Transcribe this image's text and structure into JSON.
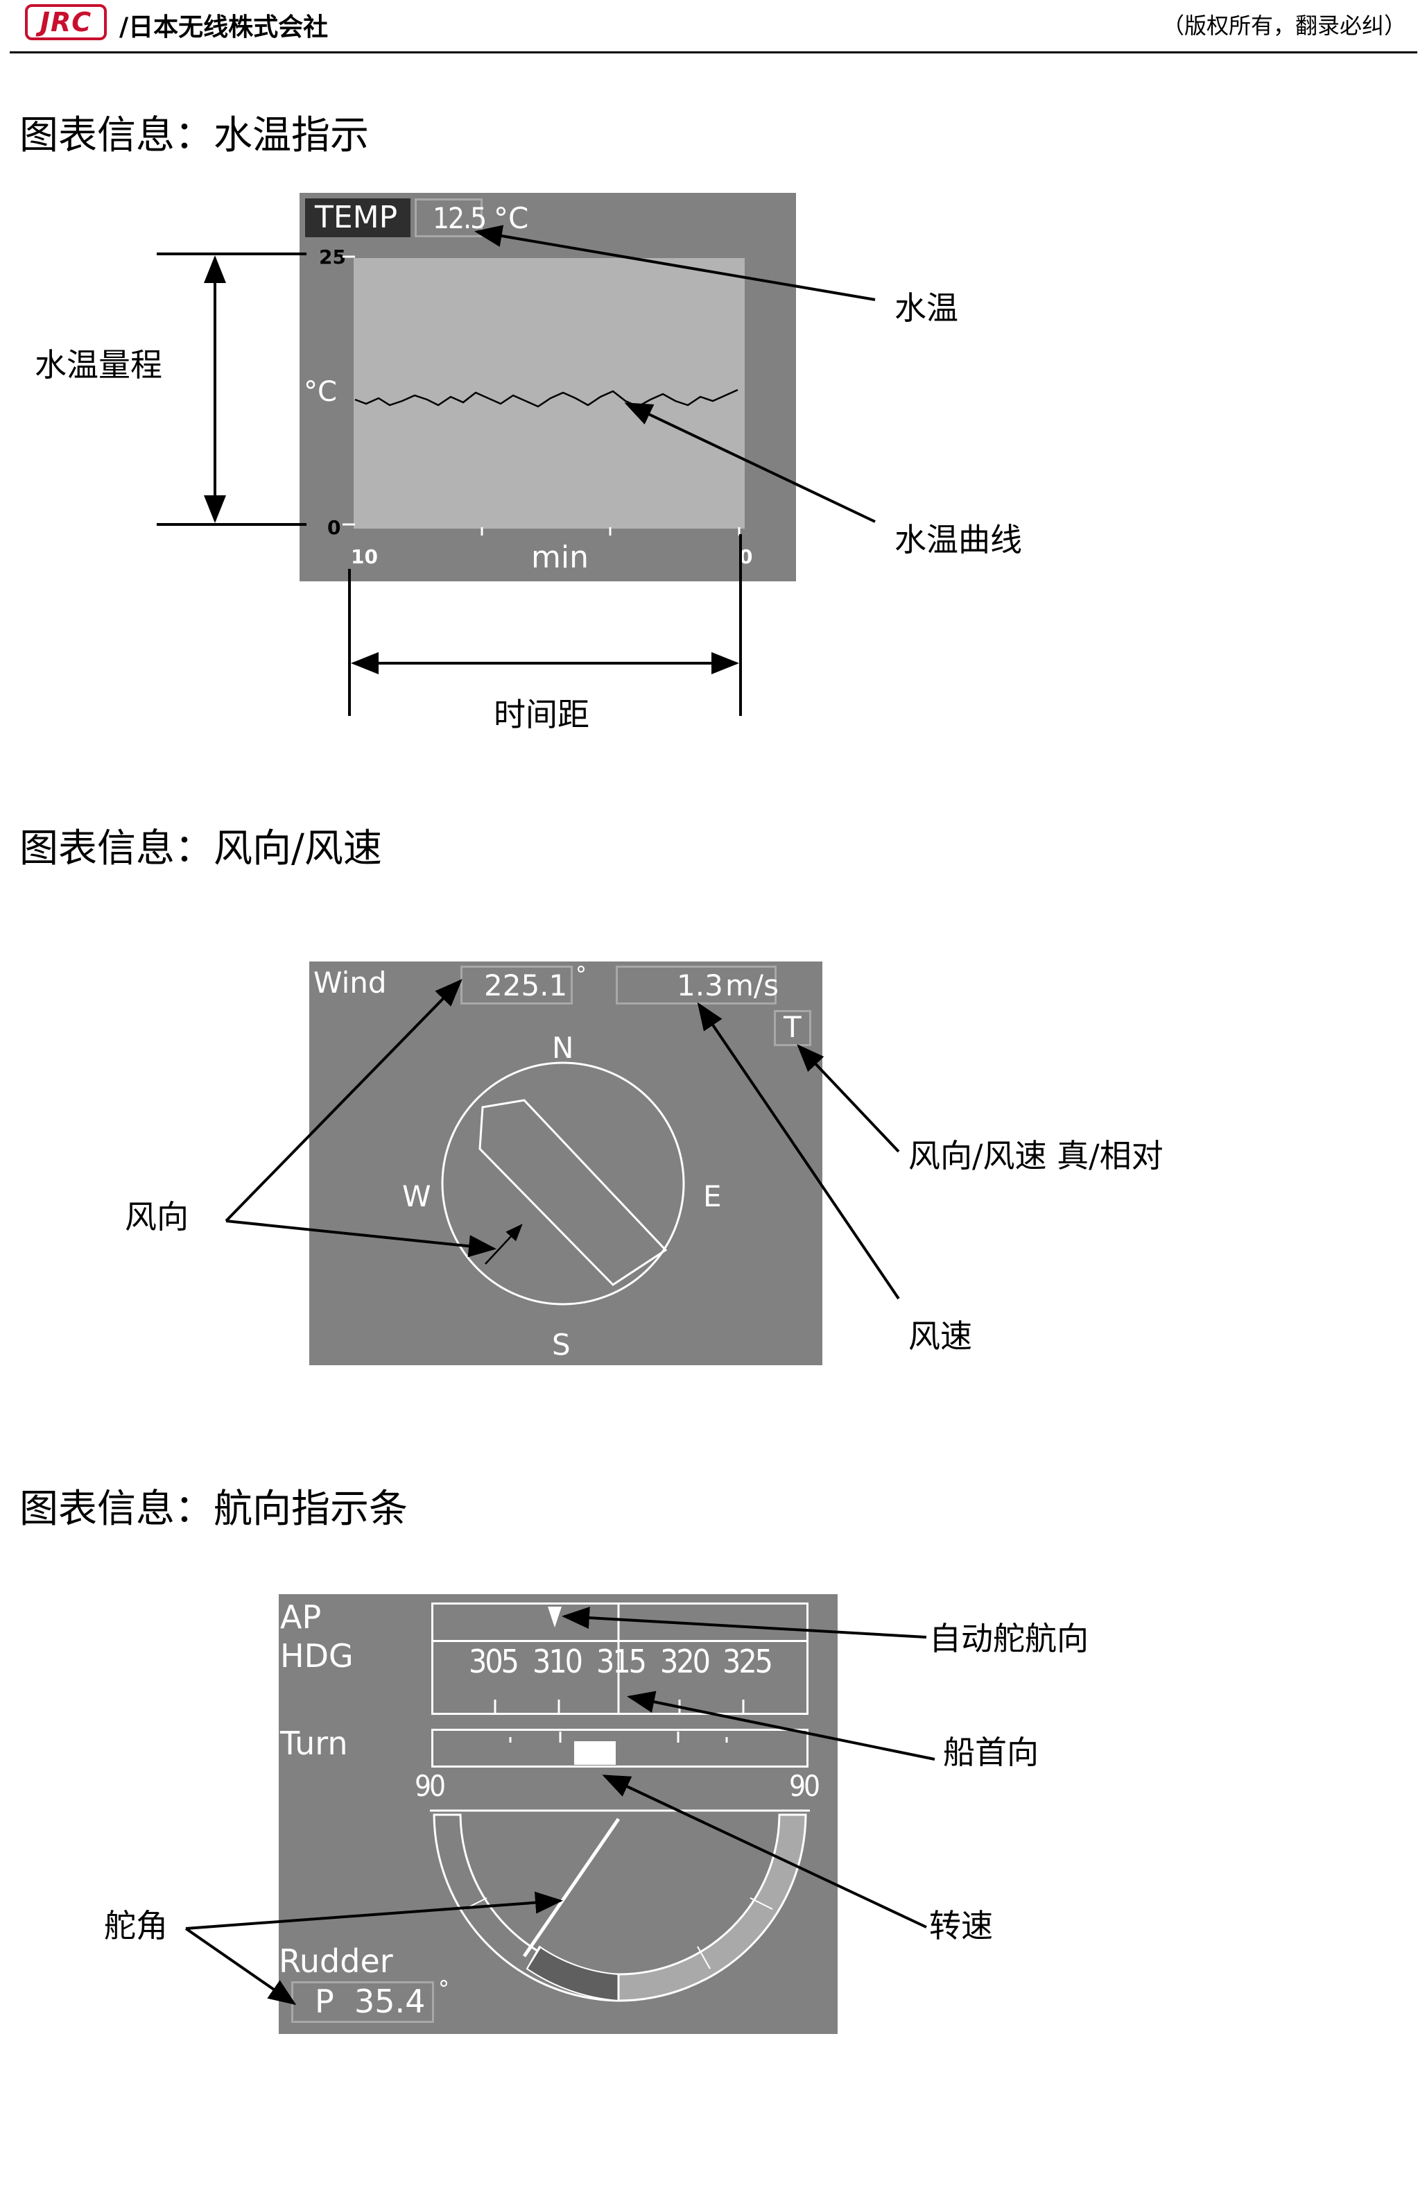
{
  "header": {
    "logo": "JRC",
    "company": "/日本无线株式会社",
    "copyright": "（版权所有，翻录必纠）"
  },
  "temp_section": {
    "title": "图表信息：水温指示",
    "panel": {
      "label": "TEMP",
      "value": "12.5",
      "unit": "°C",
      "y_top": "25",
      "y_mid": "°C",
      "y_bottom": "0",
      "x_left": "10",
      "x_unit": "min",
      "x_right": "0"
    },
    "annotations": {
      "range": "水温量程",
      "temp": "水温",
      "curve": "水温曲线",
      "interval": "时间距"
    }
  },
  "wind_section": {
    "title": "图表信息：风向/风速",
    "panel": {
      "label": "Wind",
      "direction": "225.1",
      "deg": "°",
      "speed": "1.3",
      "speed_unit": "m/s",
      "mode": "T",
      "n": "N",
      "e": "E",
      "s": "S",
      "w": "W"
    },
    "annotations": {
      "direction": "风向",
      "mode": "风向/风速  真/相对",
      "speed": "风速"
    }
  },
  "heading_section": {
    "title": "图表信息：航向指示条",
    "panel": {
      "ap": "AP",
      "hdg": "HDG",
      "scale": [
        "305",
        "310",
        "315",
        "320",
        "325"
      ],
      "turn": "Turn",
      "turn_left": "90",
      "turn_right": "90",
      "rudder": "Rudder",
      "rudder_value": "P  35.4",
      "rudder_deg": "°"
    },
    "annotations": {
      "ap_heading": "自动舵航向",
      "ship_heading": "船首向",
      "turn_rate": "转速",
      "rudder_angle": "舵角"
    }
  }
}
